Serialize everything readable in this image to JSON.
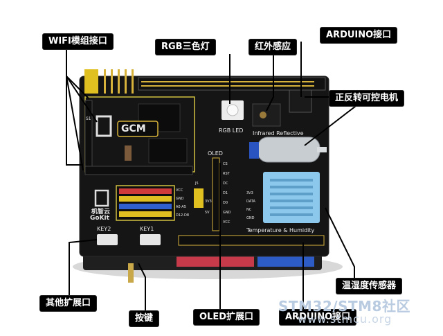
{
  "callouts": {
    "wifi": "WIFI模组接口",
    "rgb": "RGB三色灯",
    "infrared": "红外感应",
    "arduino_top": "ARDUINO接口",
    "motor": "正反转可控电机",
    "temp_humidity": "温湿度传感器",
    "other_ext": "其他扩展口",
    "keys": "按键",
    "oled": "OLED扩展口",
    "arduino_bottom": "ARDUINO接口"
  },
  "board": {
    "logo_text": "GCM",
    "rgb_led": "RGB LED",
    "infrared_reflective": "Infrared Reflective",
    "oled": "OLED",
    "temp_humidity": "Temperature & Humidity",
    "key2": "KEY2",
    "key1": "KEY1",
    "brand_cn": "机智云",
    "brand_en": "GoKit",
    "pin_s1": "S1",
    "oled_pins": [
      "CS",
      "RST",
      "DC",
      "D1",
      "D0",
      "GND",
      "VCC"
    ],
    "sensor_pins": [
      "3V3",
      "DATA",
      "NC",
      "GND"
    ],
    "header_pins": [
      "VCC",
      "GND",
      "A0-A5",
      "D12-D8"
    ],
    "small_marks": [
      "J5",
      "5V",
      "3V3"
    ]
  },
  "watermark": {
    "brand": "STM32/STM8社区",
    "url": "www.stmcu.org"
  },
  "colors": {
    "pcb": "#151515",
    "callout_bg": "#000000",
    "pin_header": "#d7b23a",
    "sensor": "#8cc8ec",
    "line": "#000000"
  }
}
